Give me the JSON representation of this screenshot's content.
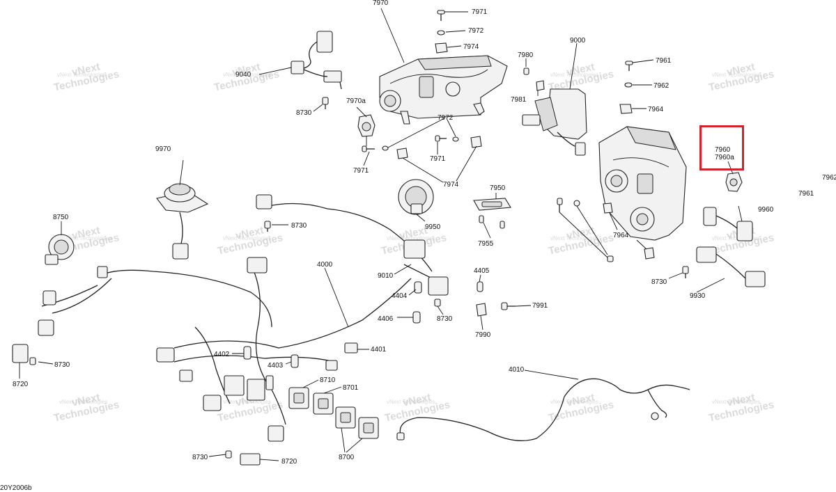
{
  "diagram": {
    "drawing_code": "20Y2006b",
    "highlight_color": "#d2232a",
    "highlighted_callouts": [
      "7960",
      "7960a"
    ],
    "watermark": {
      "line1": "vNext",
      "line2": "Technologies",
      "small_text": "vNext Technologies"
    },
    "callouts": {
      "c7970": "7970",
      "c7971a": "7971",
      "c7972a": "7972",
      "c7974a": "7974",
      "c9040": "9040",
      "c8730a": "8730",
      "c7970a": "7970a",
      "c7972b": "7972",
      "c7971b": "7971",
      "c7971c": "7971",
      "c7974b": "7974",
      "c7980": "7980",
      "c7981": "7981",
      "c9000": "9000",
      "c7961a": "7961",
      "c7962a": "7962",
      "c7964a": "7964",
      "c7960": "7960",
      "c7960a": "7960a",
      "c7962b": "7962",
      "c7961b": "7961",
      "c9970": "9970",
      "c8750": "8750",
      "c8730b": "8730",
      "c4000": "4000",
      "c9950": "9950",
      "c7950": "7950",
      "c7955": "7955",
      "c9960": "9960",
      "c7964b": "7964",
      "c8730c": "8730",
      "c9930": "9930",
      "c9010": "9010",
      "c4404": "4404",
      "c8730d": "8730",
      "c4406": "4406",
      "c4405": "4405",
      "c7991": "7991",
      "c7990": "7990",
      "c4401": "4401",
      "c4402": "4402",
      "c4403": "4403",
      "c8730e": "8730",
      "c8720a": "8720",
      "c8710": "8710",
      "c8701": "8701",
      "c8700": "8700",
      "c8730f": "8730",
      "c8720b": "8720",
      "c4010": "4010"
    }
  }
}
